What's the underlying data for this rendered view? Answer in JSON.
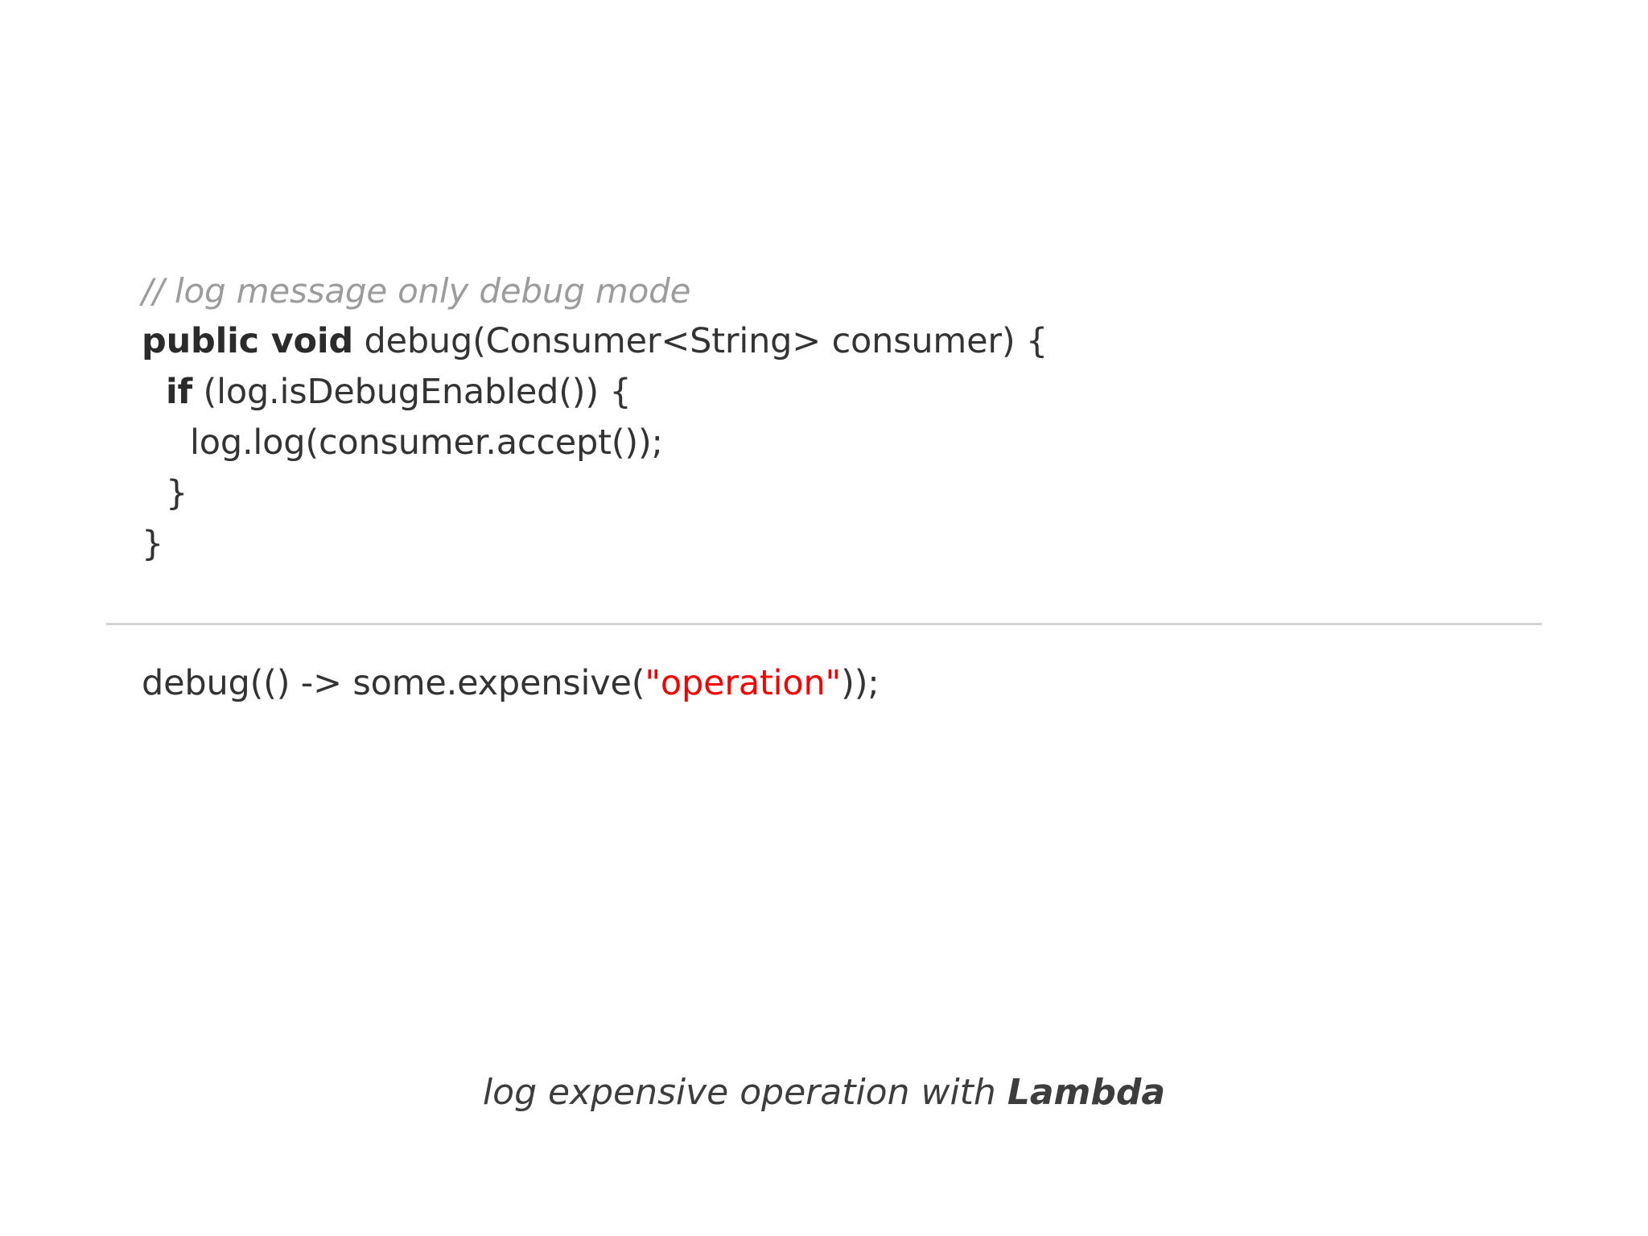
{
  "slide": {
    "background_color": "#ffffff",
    "code_color": "#333333",
    "comment_color": "#9c9c9c",
    "string_color": "#f80000",
    "divider_color": "#d3d3d3"
  },
  "code_block": {
    "lines": [
      {
        "id": "comment",
        "text": "// log message only debug mode"
      },
      {
        "id": "signature",
        "keyword": "public void",
        "rest": " debug(Consumer<String> consumer) {"
      },
      {
        "id": "if",
        "keyword": "if",
        "rest": " (log.isDebugEnabled()) {"
      },
      {
        "id": "log-call",
        "text": "log.log(consumer.accept());"
      },
      {
        "id": "close-if",
        "text": "}"
      },
      {
        "id": "close-method",
        "text": "}"
      }
    ]
  },
  "usage_block": {
    "prefix": "debug(() -> some.expensive(",
    "string": "\"operation\"",
    "suffix": "));"
  },
  "caption": {
    "text_before": "log expensive operation with ",
    "emphasis": "Lambda"
  }
}
